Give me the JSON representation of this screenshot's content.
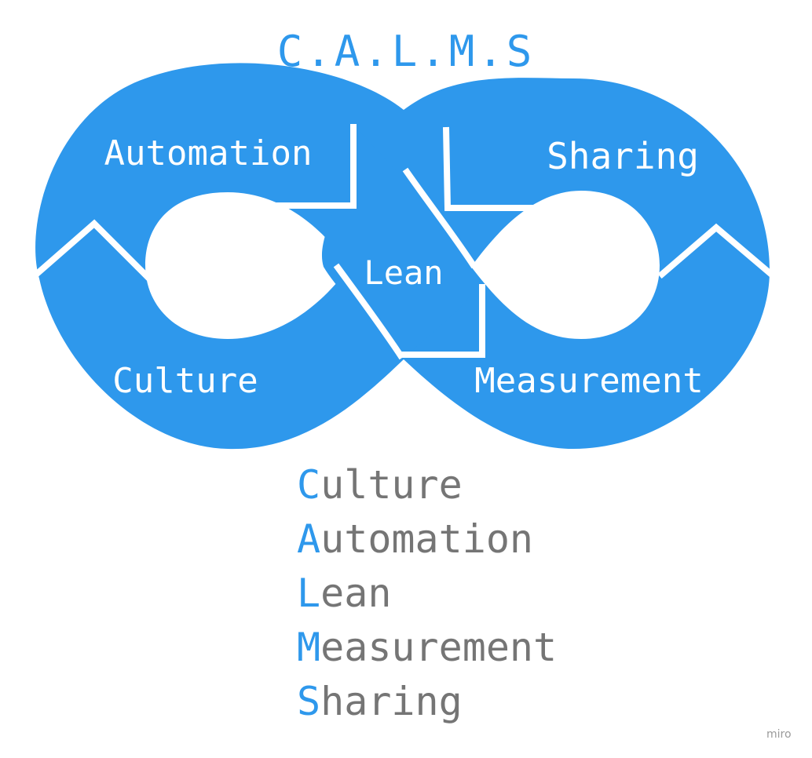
{
  "title": "C.A.L.M.S",
  "segments": {
    "automation": "Automation",
    "sharing": "Sharing",
    "lean": "Lean",
    "culture": "Culture",
    "measurement": "Measurement"
  },
  "legend": [
    {
      "initial": "C",
      "rest": "ulture"
    },
    {
      "initial": "A",
      "rest": "utomation"
    },
    {
      "initial": "L",
      "rest": "ean"
    },
    {
      "initial": "M",
      "rest": "easurement"
    },
    {
      "initial": "S",
      "rest": "haring"
    }
  ],
  "watermark": "miro",
  "colors": {
    "accent": "#2e98ec",
    "legend_text": "#757575",
    "background": "#ffffff"
  }
}
